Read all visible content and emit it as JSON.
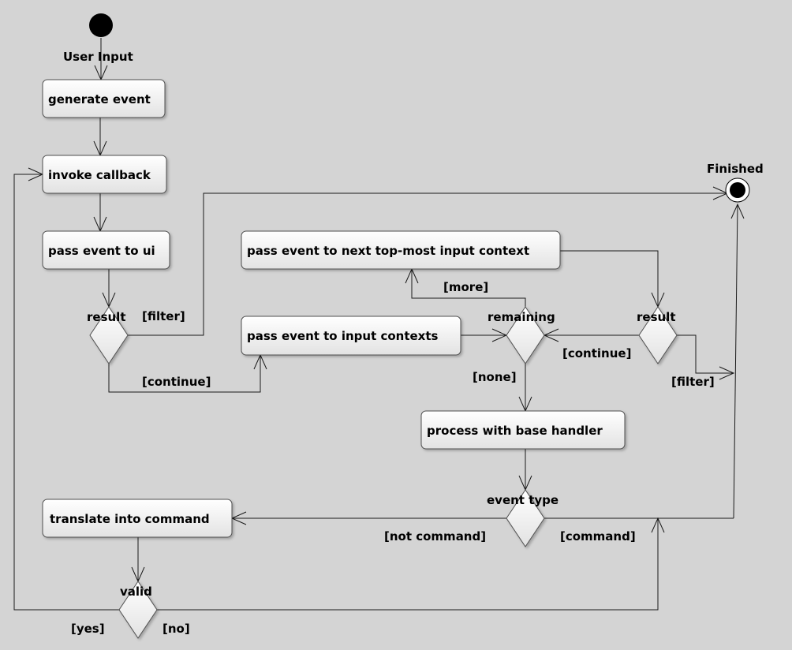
{
  "diagram": {
    "start_label": "User Input",
    "final_label": "Finished",
    "nodes": {
      "generate_event": "generate event",
      "invoke_callback": "invoke callback",
      "pass_to_ui": "pass event to ui",
      "pass_to_next_context": "pass event to next top-most input context",
      "pass_to_input_contexts": "pass event to input contexts",
      "base_handler": "process with base handler",
      "translate_command": "translate into command"
    },
    "decisions": {
      "result_ui": "result",
      "remaining": "remaining",
      "result_context": "result",
      "event_type": "event type",
      "valid": "valid"
    },
    "guards": {
      "filter_ui": "[filter]",
      "continue_ui": "[continue]",
      "more": "[more]",
      "none": "[none]",
      "continue_context": "[continue]",
      "filter_context": "[filter]",
      "not_command": "[not command]",
      "command": "[command]",
      "yes": "[yes]",
      "no": "[no]"
    }
  }
}
